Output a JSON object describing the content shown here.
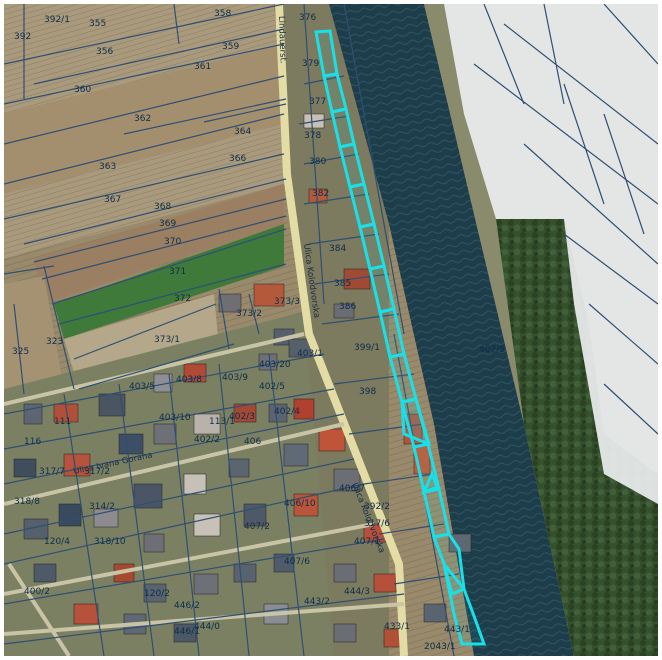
{
  "colors": {
    "parcel_line": "#2f4f73",
    "highlight": "#19e0e8",
    "river": "#1b3b49",
    "fields": "#97876a",
    "green_field": "#3f7a3a",
    "forest": "#2f4b2a",
    "faded_overlay": "#eceef0",
    "road": "#d8cf8e"
  },
  "streets": [
    {
      "id": "s1",
      "text": "Lindauerst."
    },
    {
      "id": "s2",
      "text": "Ulica Kolodvorska"
    },
    {
      "id": "s3",
      "text": "Ulica Kolodvorska"
    },
    {
      "id": "s4",
      "text": "Ulica Ivana Gorana"
    }
  ],
  "parcels": [
    {
      "id": "p1",
      "text": "355"
    },
    {
      "id": "p2",
      "text": "358"
    },
    {
      "id": "p3",
      "text": "356"
    },
    {
      "id": "p4",
      "text": "359"
    },
    {
      "id": "p5",
      "text": "361"
    },
    {
      "id": "p6",
      "text": "360"
    },
    {
      "id": "p7",
      "text": "362"
    },
    {
      "id": "p8",
      "text": "364"
    },
    {
      "id": "p9",
      "text": "363"
    },
    {
      "id": "p10",
      "text": "366"
    },
    {
      "id": "p11",
      "text": "367"
    },
    {
      "id": "p12",
      "text": "368"
    },
    {
      "id": "p13",
      "text": "369"
    },
    {
      "id": "p14",
      "text": "370"
    },
    {
      "id": "p15",
      "text": "371"
    },
    {
      "id": "p16",
      "text": "372"
    },
    {
      "id": "p17",
      "text": "373/1"
    },
    {
      "id": "p18",
      "text": "373/2"
    },
    {
      "id": "p19",
      "text": "373/3"
    },
    {
      "id": "p20",
      "text": "376"
    },
    {
      "id": "p21",
      "text": "379"
    },
    {
      "id": "p22",
      "text": "377"
    },
    {
      "id": "p23",
      "text": "378"
    },
    {
      "id": "p24",
      "text": "380"
    },
    {
      "id": "p25",
      "text": "382"
    },
    {
      "id": "p26",
      "text": "384"
    },
    {
      "id": "p27",
      "text": "385"
    },
    {
      "id": "p28",
      "text": "386"
    },
    {
      "id": "p29",
      "text": "399/1"
    },
    {
      "id": "p30",
      "text": "398"
    },
    {
      "id": "p31",
      "text": "323"
    },
    {
      "id": "p32",
      "text": "325"
    },
    {
      "id": "p33",
      "text": "392"
    },
    {
      "id": "p34",
      "text": "403/20"
    },
    {
      "id": "p35",
      "text": "403/1"
    },
    {
      "id": "p36",
      "text": "403/9"
    },
    {
      "id": "p37",
      "text": "403/8"
    },
    {
      "id": "p38",
      "text": "403/5"
    },
    {
      "id": "p39",
      "text": "402/5"
    },
    {
      "id": "p40",
      "text": "402/4"
    },
    {
      "id": "p41",
      "text": "402/3"
    },
    {
      "id": "p42",
      "text": "402/2"
    },
    {
      "id": "p43",
      "text": "403/10"
    },
    {
      "id": "p44",
      "text": "406"
    },
    {
      "id": "p45",
      "text": "406/7"
    },
    {
      "id": "p46",
      "text": "406/10"
    },
    {
      "id": "p47",
      "text": "407/2"
    },
    {
      "id": "p48",
      "text": "407/6"
    },
    {
      "id": "p49",
      "text": "407/1"
    },
    {
      "id": "p50",
      "text": "317/6"
    },
    {
      "id": "p51",
      "text": "317/7"
    },
    {
      "id": "p52",
      "text": "317/2"
    },
    {
      "id": "p53",
      "text": "314/2"
    },
    {
      "id": "p54",
      "text": "318/8"
    },
    {
      "id": "p55",
      "text": "318/10"
    },
    {
      "id": "p56",
      "text": "120/4"
    },
    {
      "id": "p57",
      "text": "120/2"
    },
    {
      "id": "p58",
      "text": "446/2"
    },
    {
      "id": "p59",
      "text": "446/1"
    },
    {
      "id": "p60",
      "text": "444/0"
    },
    {
      "id": "p61",
      "text": "444/3"
    },
    {
      "id": "p62",
      "text": "443/2"
    },
    {
      "id": "p63",
      "text": "433/1"
    },
    {
      "id": "p64",
      "text": "2043/1"
    },
    {
      "id": "p65",
      "text": "407/5"
    },
    {
      "id": "p66",
      "text": "392/2"
    },
    {
      "id": "p67",
      "text": "392/1"
    },
    {
      "id": "p68",
      "text": "113/1"
    },
    {
      "id": "p69",
      "text": "116"
    },
    {
      "id": "p70",
      "text": "111"
    },
    {
      "id": "p71",
      "text": "400/2"
    },
    {
      "id": "p72",
      "text": "443/1"
    }
  ]
}
